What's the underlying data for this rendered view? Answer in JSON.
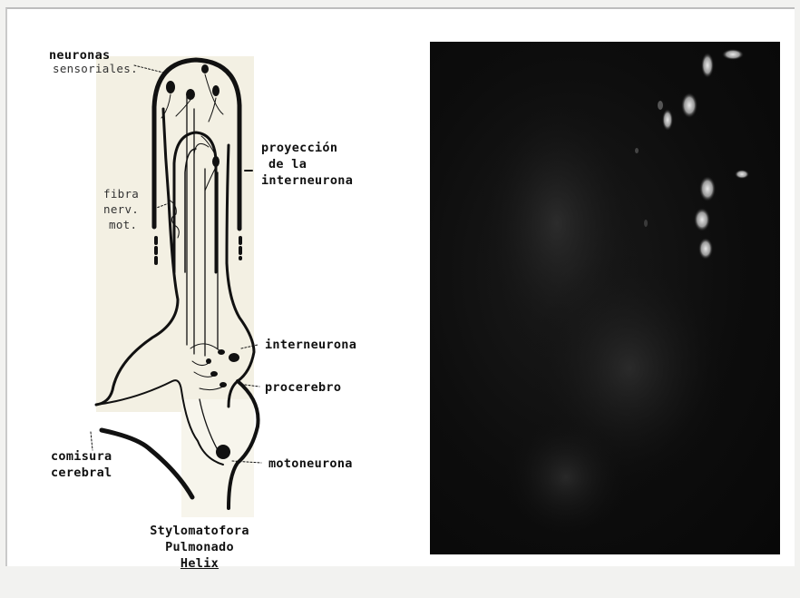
{
  "labels": {
    "neuronas": "neuronas",
    "sensoriales": "sensoriales.",
    "proyeccion": "proyección",
    "de_la": "de la",
    "interneurona_proj": "interneurona",
    "fibra": "fibra",
    "nerv": "nerv.",
    "mot": "mot.",
    "interneurona": "interneurona",
    "procerebro": "procerebro",
    "comisura": "comisura",
    "cerebral": "cerebral",
    "motoneurona": "motoneurona"
  },
  "caption": {
    "line1": "Stylomatofora",
    "line2": "Pulmonado",
    "line3": "Helix"
  },
  "colors": {
    "ink": "#111111",
    "paper": "#f3f0e3",
    "photo_bg": "#0d0d0d"
  }
}
